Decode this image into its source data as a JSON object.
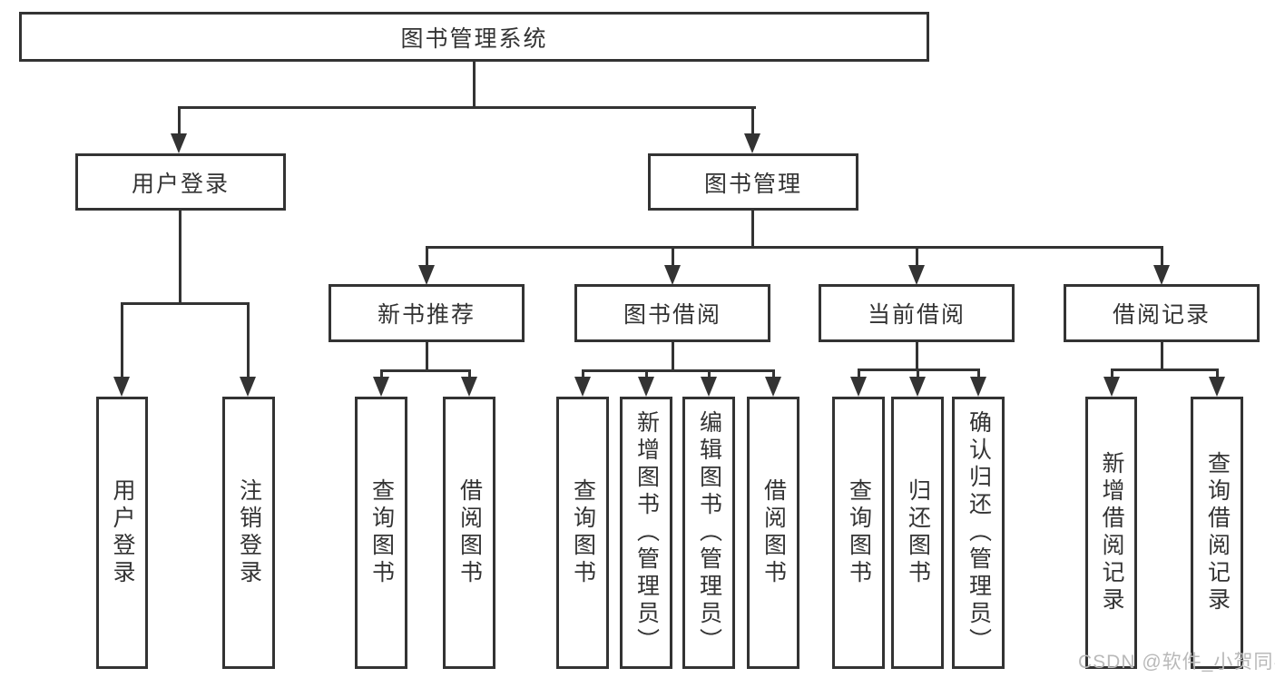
{
  "colors": {
    "line": "#333333",
    "text": "#333333",
    "background": "#ffffff",
    "watermark": "#b9b9b9"
  },
  "tree": {
    "root": "图书管理系统",
    "branches": [
      {
        "label": "用户登录",
        "children": [
          "用户登录",
          "注销登录"
        ]
      },
      {
        "label": "图书管理",
        "children": [
          {
            "label": "新书推荐",
            "children": [
              "查询图书",
              "借阅图书"
            ]
          },
          {
            "label": "图书借阅",
            "children": [
              "查询图书",
              "新增图书（管理员）",
              "编辑图书（管理员）",
              "借阅图书"
            ]
          },
          {
            "label": "当前借阅",
            "children": [
              "查询图书",
              "归还图书",
              "确认归还（管理员）"
            ]
          },
          {
            "label": "借阅记录",
            "children": [
              "新增借阅记录",
              "查询借阅记录"
            ]
          }
        ]
      }
    ]
  },
  "watermark": "CSDN @软件_小贺同学"
}
